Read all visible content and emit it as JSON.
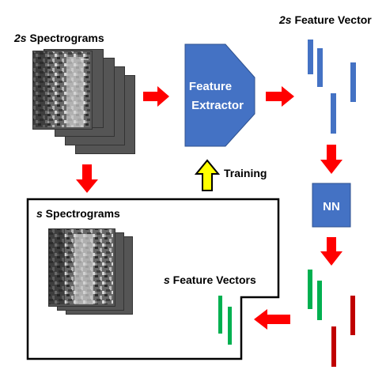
{
  "labels": {
    "spec_2s_italic": "2s",
    "spec_2s_rest": " Spectrograms",
    "fv_2s_italic": "2s",
    "fv_2s_rest": " Feature Vector",
    "spec_s_italic": "s",
    "spec_s_rest": " Spectrograms",
    "fv_s_italic": "s",
    "fv_s_rest": " Feature Vectors",
    "training": "Training",
    "extractor_line1": "Feature",
    "extractor_line2": "Extractor",
    "nn": "NN"
  },
  "colors": {
    "extractor": "#4472C4",
    "blue_bar": "#4472C4",
    "green_bar": "#00B050",
    "dark_red_bar": "#C00000",
    "arrow_red": "#FF0000",
    "arrow_yellow": "#FFFF00",
    "box_border": "#000000"
  }
}
